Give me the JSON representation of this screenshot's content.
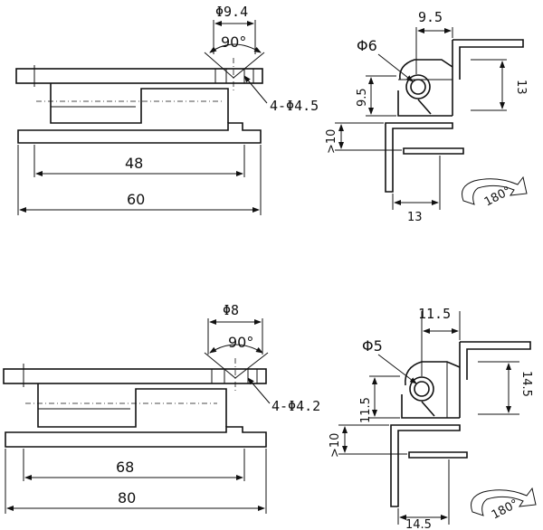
{
  "top": {
    "hole_dia": "Φ9.4",
    "countersink_angle": "90°",
    "mount_holes": "4-Φ4.5",
    "length_inner": "48",
    "length_total": "60",
    "pin_dia": "Φ6",
    "offset_width": "9.5",
    "knuckle_height": "9.5",
    "leaf_height": "13",
    "min_gap": ">10",
    "bottom_width": "13",
    "rotation": "180°"
  },
  "bottom": {
    "hole_dia": "Φ8",
    "countersink_angle": "90°",
    "mount_holes": "4-Φ4.2",
    "length_inner": "68",
    "length_total": "80",
    "pin_dia": "Φ5",
    "offset_width": "11.5",
    "knuckle_height": "11.5",
    "leaf_height": "14.5",
    "min_gap": ">10",
    "bottom_width": "14.5",
    "rotation": "180°"
  }
}
